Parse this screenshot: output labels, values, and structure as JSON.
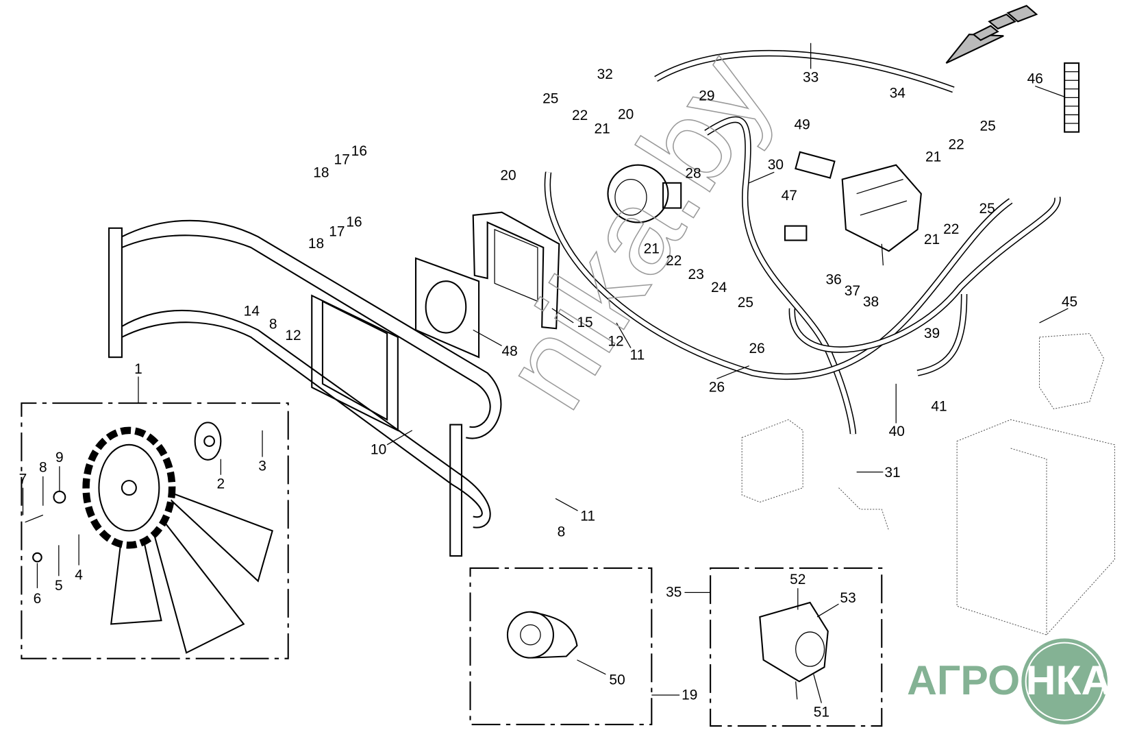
{
  "diagram": {
    "callouts": [
      "1",
      "2",
      "3",
      "4",
      "5",
      "6",
      "7",
      "8",
      "9",
      "10",
      "11",
      "11",
      "8",
      "12",
      "8",
      "14",
      "12",
      "15",
      "16",
      "17",
      "18",
      "16",
      "17",
      "18",
      "20",
      "20",
      "21",
      "22",
      "25",
      "32",
      "29",
      "28",
      "33",
      "30",
      "49",
      "47",
      "21",
      "22",
      "23",
      "24",
      "25",
      "26",
      "26",
      "34",
      "46",
      "25",
      "22",
      "21",
      "25",
      "22",
      "21",
      "36",
      "37",
      "38",
      "48",
      "39",
      "40",
      "41",
      "45",
      "31",
      "35",
      "52",
      "53",
      "50",
      "19",
      "51"
    ],
    "watermark": "nika.by",
    "logo": {
      "left_text": "АГРО",
      "right_text": "НКА",
      "color": "#84b294"
    }
  }
}
